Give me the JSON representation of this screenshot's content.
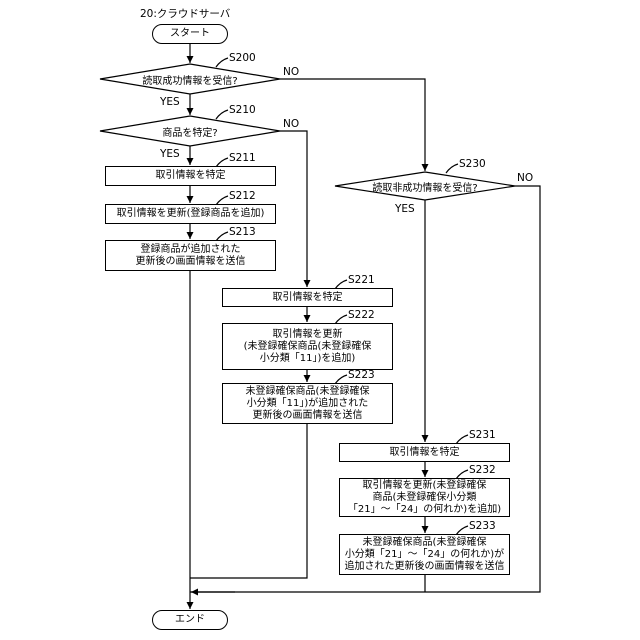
{
  "header": {
    "label": "20:クラウドサーバ"
  },
  "terminals": {
    "start": "スタート",
    "end": "エンド"
  },
  "steps": {
    "s200": {
      "id": "S200",
      "text": "読取成功情報を受信?"
    },
    "s210": {
      "id": "S210",
      "text": "商品を特定?"
    },
    "s211": {
      "id": "S211",
      "text": "取引情報を特定"
    },
    "s212": {
      "id": "S212",
      "text": "取引情報を更新(登録商品を追加)"
    },
    "s213": {
      "id": "S213",
      "text": "登録商品が追加された\n更新後の画面情報を送信"
    },
    "s221": {
      "id": "S221",
      "text": "取引情報を特定"
    },
    "s222": {
      "id": "S222",
      "text": "取引情報を更新\n(未登録確保商品(未登録確保\n小分類「11」)を追加)"
    },
    "s223": {
      "id": "S223",
      "text": "未登録確保商品(未登録確保\n小分類「11」)が追加された\n更新後の画面情報を送信"
    },
    "s230": {
      "id": "S230",
      "text": "読取非成功情報を受信?"
    },
    "s231": {
      "id": "S231",
      "text": "取引情報を特定"
    },
    "s232": {
      "id": "S232",
      "text": "取引情報を更新(未登録確保\n商品(未登録確保小分類\n「21」〜「24」の何れか)を追加)"
    },
    "s233": {
      "id": "S233",
      "text": "未登録確保商品(未登録確保\n小分類「21」〜「24」の何れか)が\n追加された更新後の画面情報を送信"
    }
  },
  "branch_labels": {
    "yes": "YES",
    "no": "NO"
  }
}
